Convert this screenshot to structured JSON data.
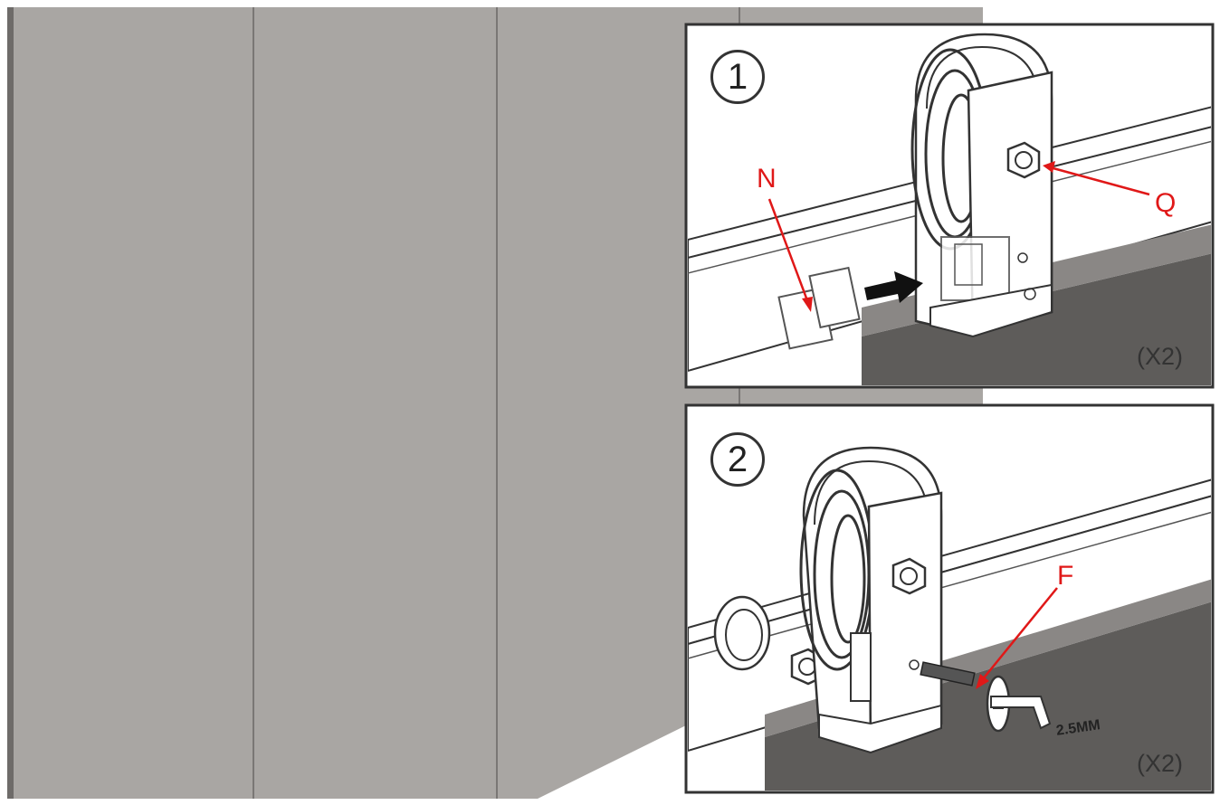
{
  "panels": {
    "step1": {
      "step_number": "1",
      "labels": {
        "n": "N",
        "q": "Q"
      },
      "multiplier": "(X2)"
    },
    "step2": {
      "step_number": "2",
      "labels": {
        "f": "F"
      },
      "tool_size": "2.5MM",
      "multiplier": "(X2)"
    }
  },
  "colors": {
    "door": "#a9a6a3",
    "door_dark": "#5e5c5a",
    "annotation": "#e01818",
    "line": "#333333"
  }
}
